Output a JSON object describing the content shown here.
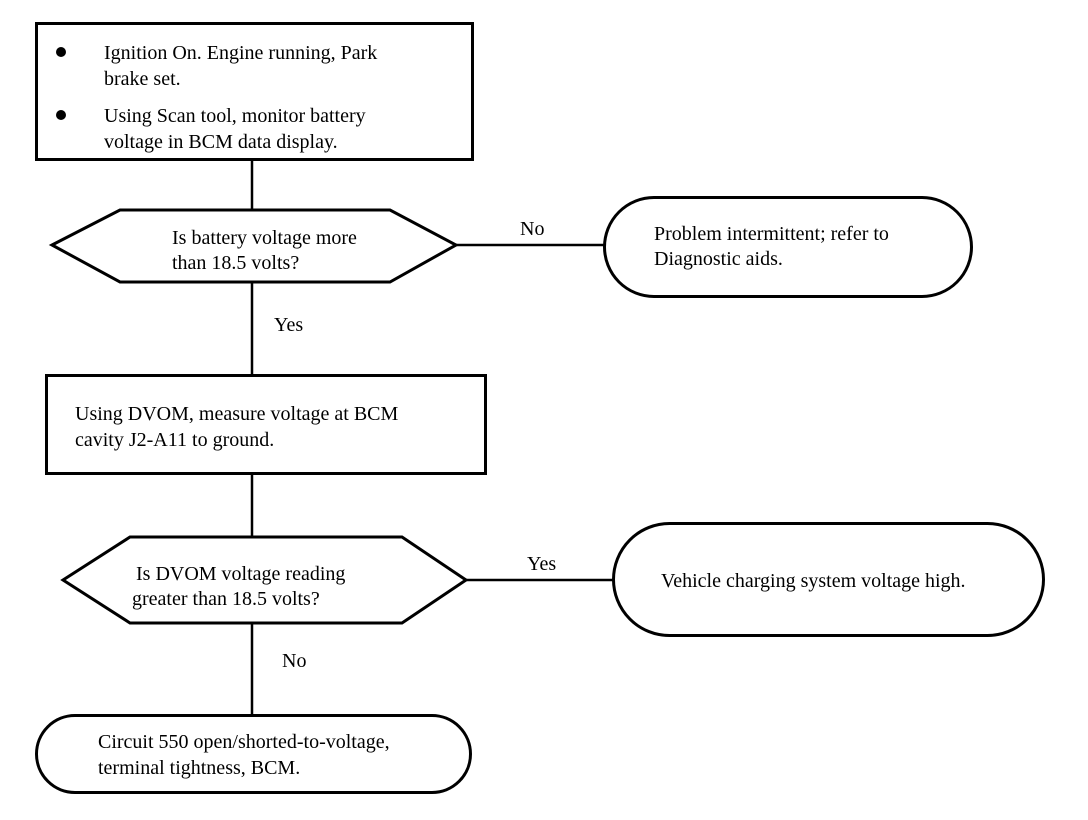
{
  "step1": {
    "bullets": [
      [
        "Ignition On. Engine running, Park",
        "brake set."
      ],
      [
        "Using Scan tool, monitor battery",
        "voltage in BCM data display."
      ]
    ]
  },
  "decision1": {
    "lines": [
      "Is battery voltage more",
      "than 18.5 volts?"
    ]
  },
  "decision1_no_label": "No",
  "decision1_yes_label": "Yes",
  "result1": {
    "lines": [
      "Problem intermittent; refer to",
      "Diagnostic aids."
    ]
  },
  "step2": {
    "lines": [
      "Using DVOM, measure voltage at BCM",
      "cavity J2-A11 to ground."
    ]
  },
  "decision2": {
    "lines": [
      "Is DVOM voltage reading",
      "greater than 18.5 volts?"
    ]
  },
  "decision2_yes_label": "Yes",
  "decision2_no_label": "No",
  "result2": {
    "lines": [
      "Vehicle charging system voltage high."
    ]
  },
  "result3": {
    "lines": [
      "Circuit 550 open/shorted-to-voltage,",
      "terminal tightness, BCM."
    ]
  }
}
